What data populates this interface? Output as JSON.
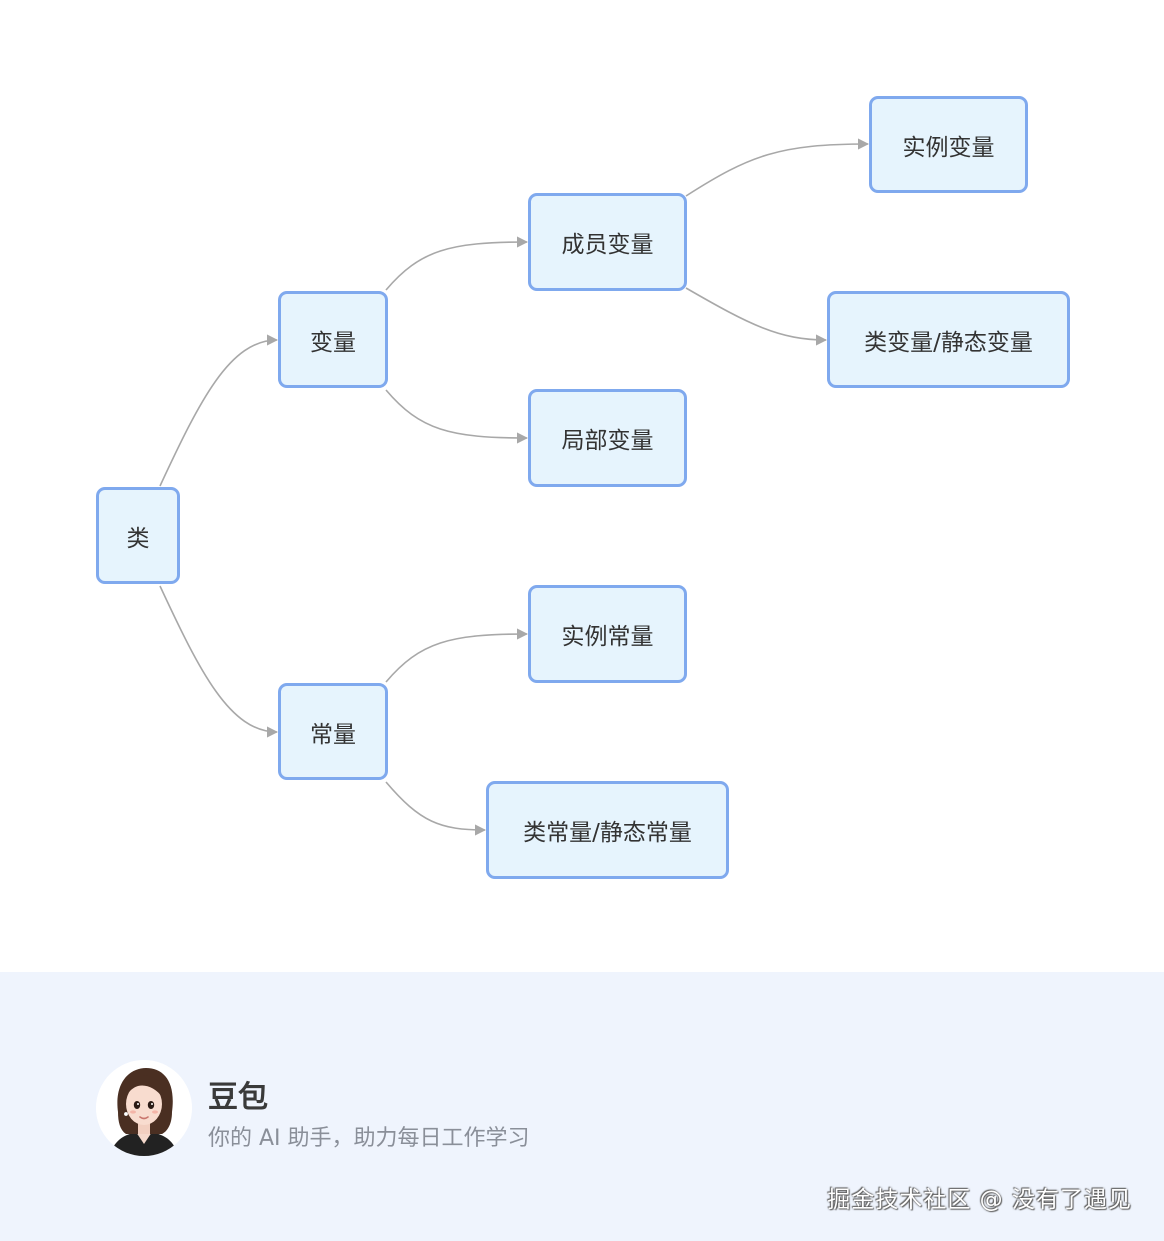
{
  "diagram": {
    "nodes": {
      "class": "类",
      "variable": "变量",
      "constant": "常量",
      "member_variable": "成员变量",
      "local_variable": "局部变量",
      "instance_variable": "实例变量",
      "class_static_variable": "类变量/静态变量",
      "instance_constant": "实例常量",
      "class_static_constant": "类常量/静态常量"
    },
    "edges": [
      [
        "class",
        "variable"
      ],
      [
        "class",
        "constant"
      ],
      [
        "variable",
        "member_variable"
      ],
      [
        "variable",
        "local_variable"
      ],
      [
        "member_variable",
        "instance_variable"
      ],
      [
        "member_variable",
        "class_static_variable"
      ],
      [
        "constant",
        "instance_constant"
      ],
      [
        "constant",
        "class_static_constant"
      ]
    ],
    "colors": {
      "node_fill": "#e6f4fd",
      "node_border": "#7fa9ee",
      "edge": "#a8a8a8"
    }
  },
  "footer": {
    "brand_name": "豆包",
    "tagline": "你的 AI 助手，助力每日工作学习",
    "watermark": "掘金技术社区 @ 没有了遇见",
    "background": "#eff4fd"
  }
}
